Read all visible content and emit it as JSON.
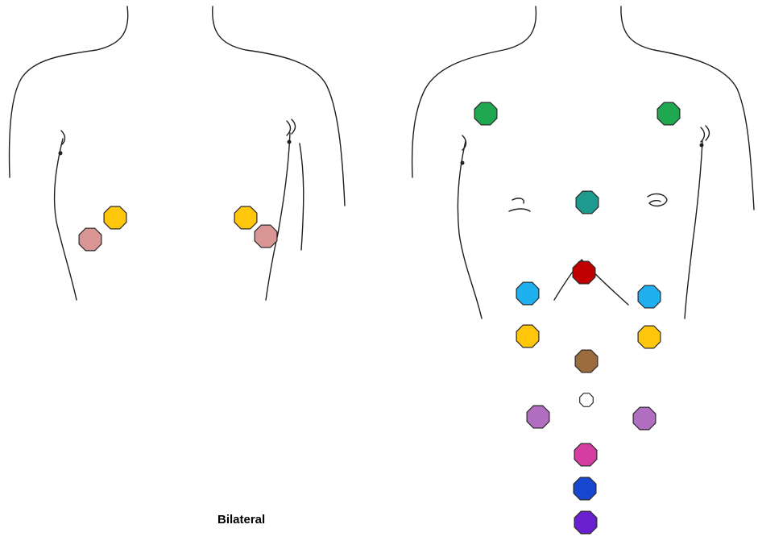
{
  "caption": "Bilateral",
  "colors": {
    "yellow": "#ffc60b",
    "pink": "#d99694",
    "green": "#1fa84f",
    "teal": "#1e9a8e",
    "red": "#c00000",
    "light_blue": "#20b0f0",
    "brown": "#9c6b3c",
    "white": "#ffffff",
    "lavender": "#b26ec0",
    "magenta": "#d63da0",
    "blue": "#1747d0",
    "violet": "#6a1fd0"
  },
  "figures": [
    {
      "name": "left-torso-figure",
      "points": [
        {
          "name": "point-yellow-right-side",
          "color": "yellow"
        },
        {
          "name": "point-pink-right-side",
          "color": "pink"
        },
        {
          "name": "point-yellow-left-side",
          "color": "yellow"
        },
        {
          "name": "point-pink-left-side",
          "color": "pink"
        }
      ]
    },
    {
      "name": "right-torso-figure",
      "points": [
        {
          "name": "point-green-right-shoulder",
          "color": "green"
        },
        {
          "name": "point-green-left-shoulder",
          "color": "green"
        },
        {
          "name": "point-teal-sternum",
          "color": "teal"
        },
        {
          "name": "point-red-xiphoid",
          "color": "red"
        },
        {
          "name": "point-light-blue-right",
          "color": "light_blue"
        },
        {
          "name": "point-light-blue-left",
          "color": "light_blue"
        },
        {
          "name": "point-yellow-right-abdomen",
          "color": "yellow"
        },
        {
          "name": "point-yellow-left-abdomen",
          "color": "yellow"
        },
        {
          "name": "point-brown-midline",
          "color": "brown"
        },
        {
          "name": "point-white-navel",
          "color": "white"
        },
        {
          "name": "point-lavender-right-lower",
          "color": "lavender"
        },
        {
          "name": "point-lavender-left-lower",
          "color": "lavender"
        },
        {
          "name": "point-magenta-midline",
          "color": "magenta"
        },
        {
          "name": "point-blue-midline",
          "color": "blue"
        },
        {
          "name": "point-violet-midline",
          "color": "violet"
        }
      ]
    }
  ]
}
